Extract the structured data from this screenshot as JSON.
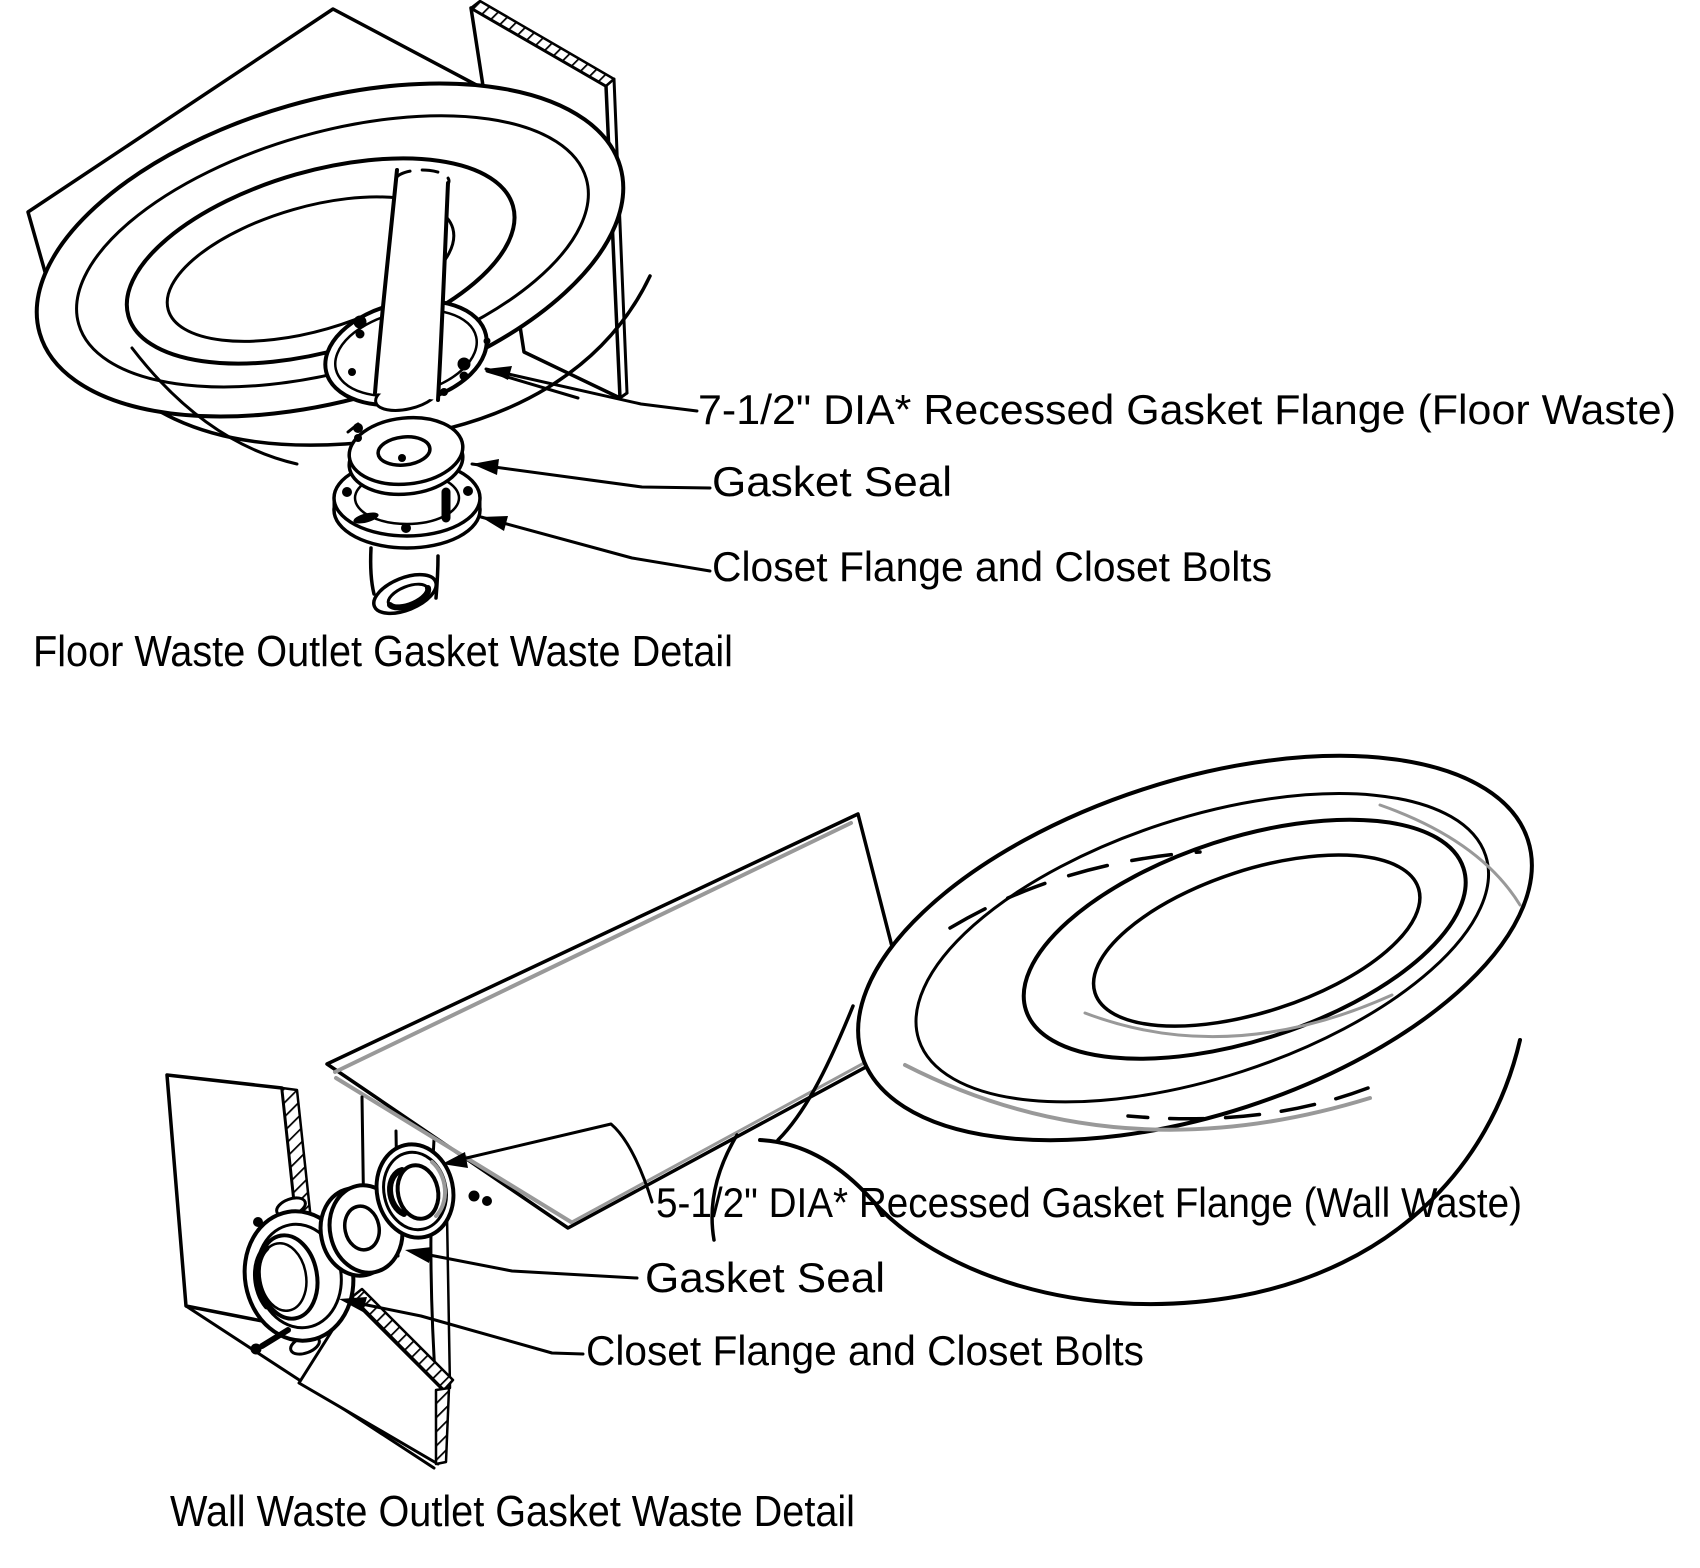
{
  "diagram": {
    "background": "#ffffff",
    "line_color": "#000000",
    "shade_color": "#999999"
  },
  "floor_detail": {
    "title": "Floor Waste Outlet Gasket Waste Detail",
    "labels": {
      "flange": "7-1/2\" DIA* Recessed Gasket Flange (Floor Waste)",
      "gasket_seal": "Gasket Seal",
      "closet_flange": "Closet Flange and Closet Bolts"
    }
  },
  "wall_detail": {
    "title": "Wall Waste Outlet Gasket Waste Detail",
    "labels": {
      "flange": "5-1/2\" DIA* Recessed Gasket Flange (Wall Waste)",
      "gasket_seal": "Gasket Seal",
      "closet_flange": "Closet Flange and Closet Bolts"
    }
  }
}
